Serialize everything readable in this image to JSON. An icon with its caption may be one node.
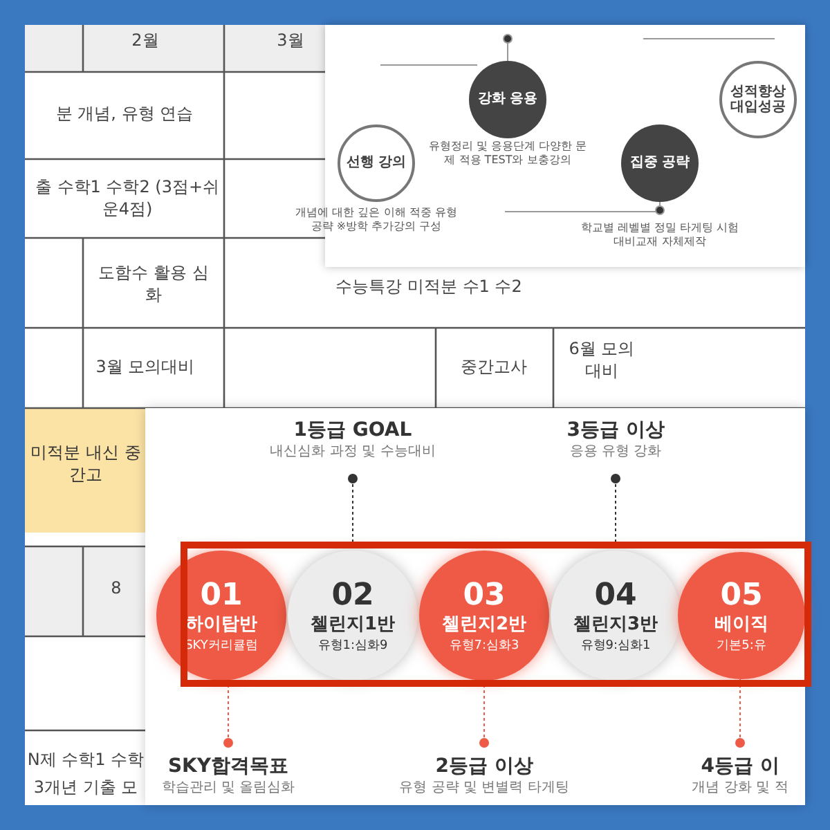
{
  "diagram": {
    "nodes": [
      {
        "text": [
          "강화 응용"
        ],
        "beside": [
          "유형정리 및 응용단계 다양한 문제 적용 TEST와 보충강의"
        ]
      },
      {
        "text": [
          "성적향상 대입성공"
        ]
      },
      {
        "text": [
          "선행 강의"
        ],
        "beside": [
          "개념에 대한 깊은 이해 적중 유형 공략 ※방학 추가강의 구성"
        ]
      },
      {
        "text": [
          "집중 공략"
        ],
        "beside": [
          "학교별 레벨별 정밀 타게팅 시험대비교재 자체제작"
        ]
      },
      {
        "text": [
          "1등급 GOAL",
          "내신심화 과정 및 수능대비"
        ]
      },
      {
        "text": [
          "3등급 이상",
          "응용 유형 강화"
        ]
      },
      {
        "text": [
          "01",
          "하이탑반",
          "SKY커리큘럼"
        ]
      },
      {
        "text": [
          "02",
          "첼린지1반",
          "유형1:심화9"
        ]
      },
      {
        "text": [
          "03",
          "첼린지2반",
          "유형7:심화3"
        ]
      },
      {
        "text": [
          "04",
          "첼린지3반",
          "유형9:심화1"
        ]
      },
      {
        "text": [
          "05",
          "베이직",
          "기본5:유"
        ]
      },
      {
        "text": [
          "SKY합격목표",
          "학습관리 및 올림심화"
        ]
      },
      {
        "text": [
          "2등급 이상",
          "유형 공략 및 변별력 타게팅"
        ]
      },
      {
        "text": [
          "4등급 이",
          "개념 강화 및 적"
        ]
      }
    ],
    "edges": [
      {
        "from": 4,
        "to": 7,
        "arrow": "other",
        "style": "dashed",
        "color": "#333333"
      },
      {
        "from": 5,
        "to": 9,
        "arrow": "other",
        "style": "dashed",
        "color": "#333333"
      },
      {
        "from": 11,
        "to": 6,
        "arrow": "other",
        "style": "dashed"
      },
      {
        "from": 12,
        "to": 8,
        "arrow": "other",
        "style": "dashed"
      },
      {
        "from": 13,
        "to": 10,
        "arrow": "other",
        "style": "dashed"
      }
    ],
    "labels": [
      "2월",
      "3월",
      "분 개념, 유형 연습",
      "출 수학1 수학2 (3점+쉬운4점)",
      "도함수 활용 심화",
      "수능특강 미적분 수1 수2",
      "3월 모의대비",
      "중간고사",
      "6월 모의 대비",
      "미적분 내신 중간고",
      "8",
      "N제 수학1 수학",
      "3개년 기출 모"
    ]
  }
}
